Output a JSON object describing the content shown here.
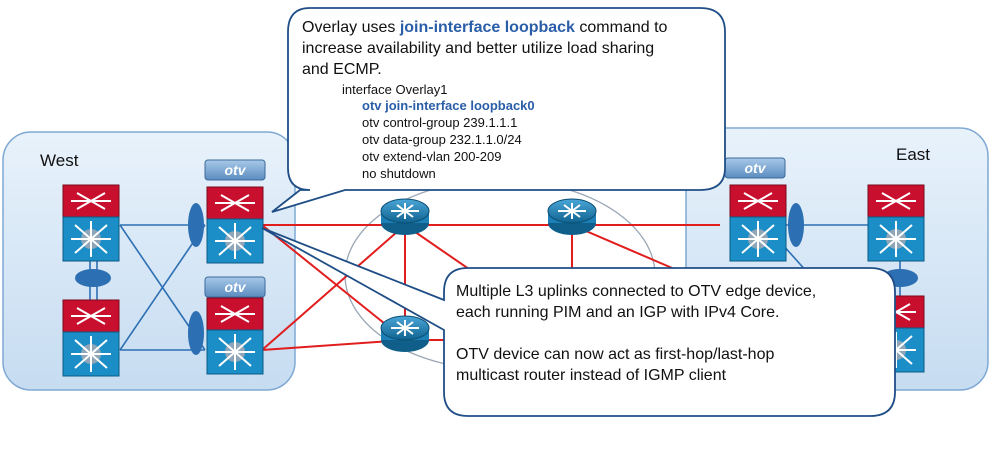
{
  "sites": {
    "west": "West",
    "east": "East"
  },
  "otv_tag": "otv",
  "callout_top": {
    "line1_pre": "Overlay uses ",
    "line1_highlight": "join-interface loopback",
    "line1_post": " command to",
    "line2": "increase availability and better utilize load sharing",
    "line3": "and ECMP.",
    "config": [
      {
        "text": "interface Overlay1",
        "highlight": false
      },
      {
        "text": "otv join-interface loopback0",
        "highlight": true
      },
      {
        "text": "otv control-group 239.1.1.1",
        "highlight": false
      },
      {
        "text": "otv data-group 232.1.1.0/24",
        "highlight": false
      },
      {
        "text": "otv extend-vlan 200-209",
        "highlight": false
      },
      {
        "text": "no shutdown",
        "highlight": false
      }
    ]
  },
  "callout_bottom": {
    "lines": [
      "Multiple L3 uplinks connected to OTV edge device,",
      "each running PIM and an IGP with IPv4 Core.",
      "",
      "OTV device can now act as first-hop/last-hop",
      "multicast router instead of IGMP client"
    ]
  },
  "colors": {
    "site_bg": "#d6e8f7",
    "site_border": "#5b8fc7",
    "switch_top": "#c8102e",
    "switch_bottom": "#1b8ec7",
    "router": "#1c7fb6",
    "link_red": "#e11d1d",
    "link_blue": "#2c6fb3",
    "accent_text": "#2a5ea8"
  }
}
